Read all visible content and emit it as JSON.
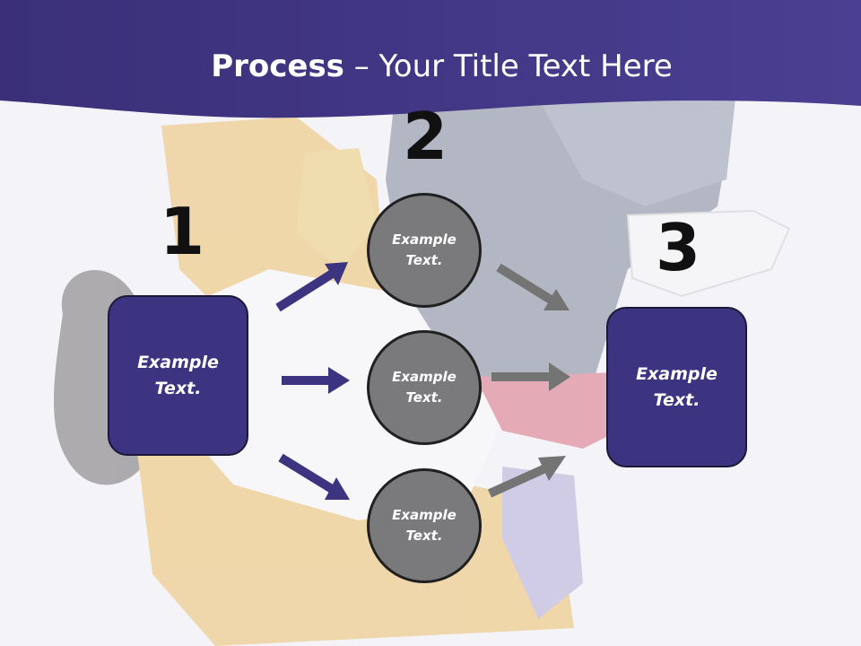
{
  "title": {
    "bold": "Process",
    "rest": " – Your Title Text Here"
  },
  "steps": [
    {
      "number": "1",
      "text": "Example Text."
    },
    {
      "number": "2",
      "text": "Example Text."
    },
    {
      "number": "3",
      "text": "Example Text."
    }
  ],
  "circles": [
    {
      "text": "Example Text."
    },
    {
      "text": "Example Text."
    },
    {
      "text": "Example Text."
    }
  ],
  "colors": {
    "header": "#3b3280",
    "box": "#3d3481",
    "circle": "#7a797c",
    "arrow_in": "#3d3481",
    "arrow_out": "#747474"
  }
}
